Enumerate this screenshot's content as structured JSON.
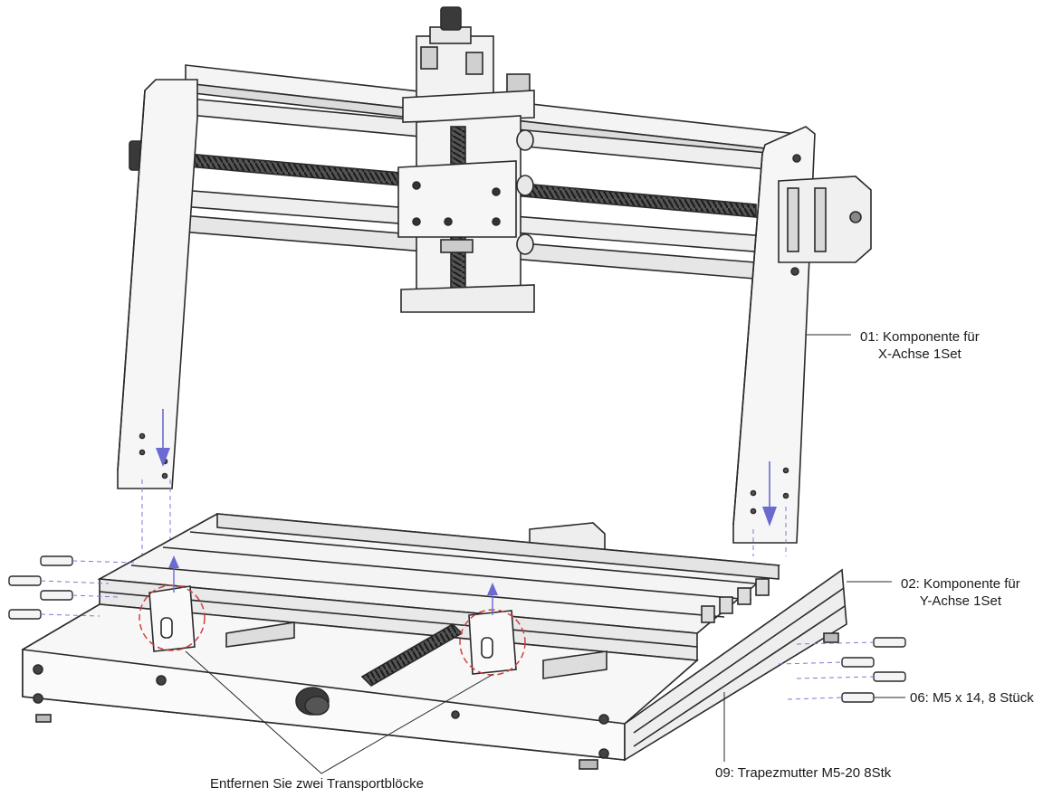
{
  "labels": {
    "x_axis_line1": "01: Komponente für",
    "x_axis_line2": "X-Achse 1Set",
    "y_axis_line1": "02: Komponente für",
    "y_axis_line2": "Y-Achse 1Set",
    "screws": "06: M5 x 14, 8 Stück",
    "nuts": "09: Trapezmutter M5-20 8Stk",
    "remove_blocks": "Entfernen Sie zwei Transportblöcke"
  },
  "colors": {
    "line": "#2a2a2a",
    "frame_fill": "#f4f4f4",
    "dark": "#3a3a3a",
    "arrow": "#6a6ad0",
    "highlight": "#d04040"
  }
}
